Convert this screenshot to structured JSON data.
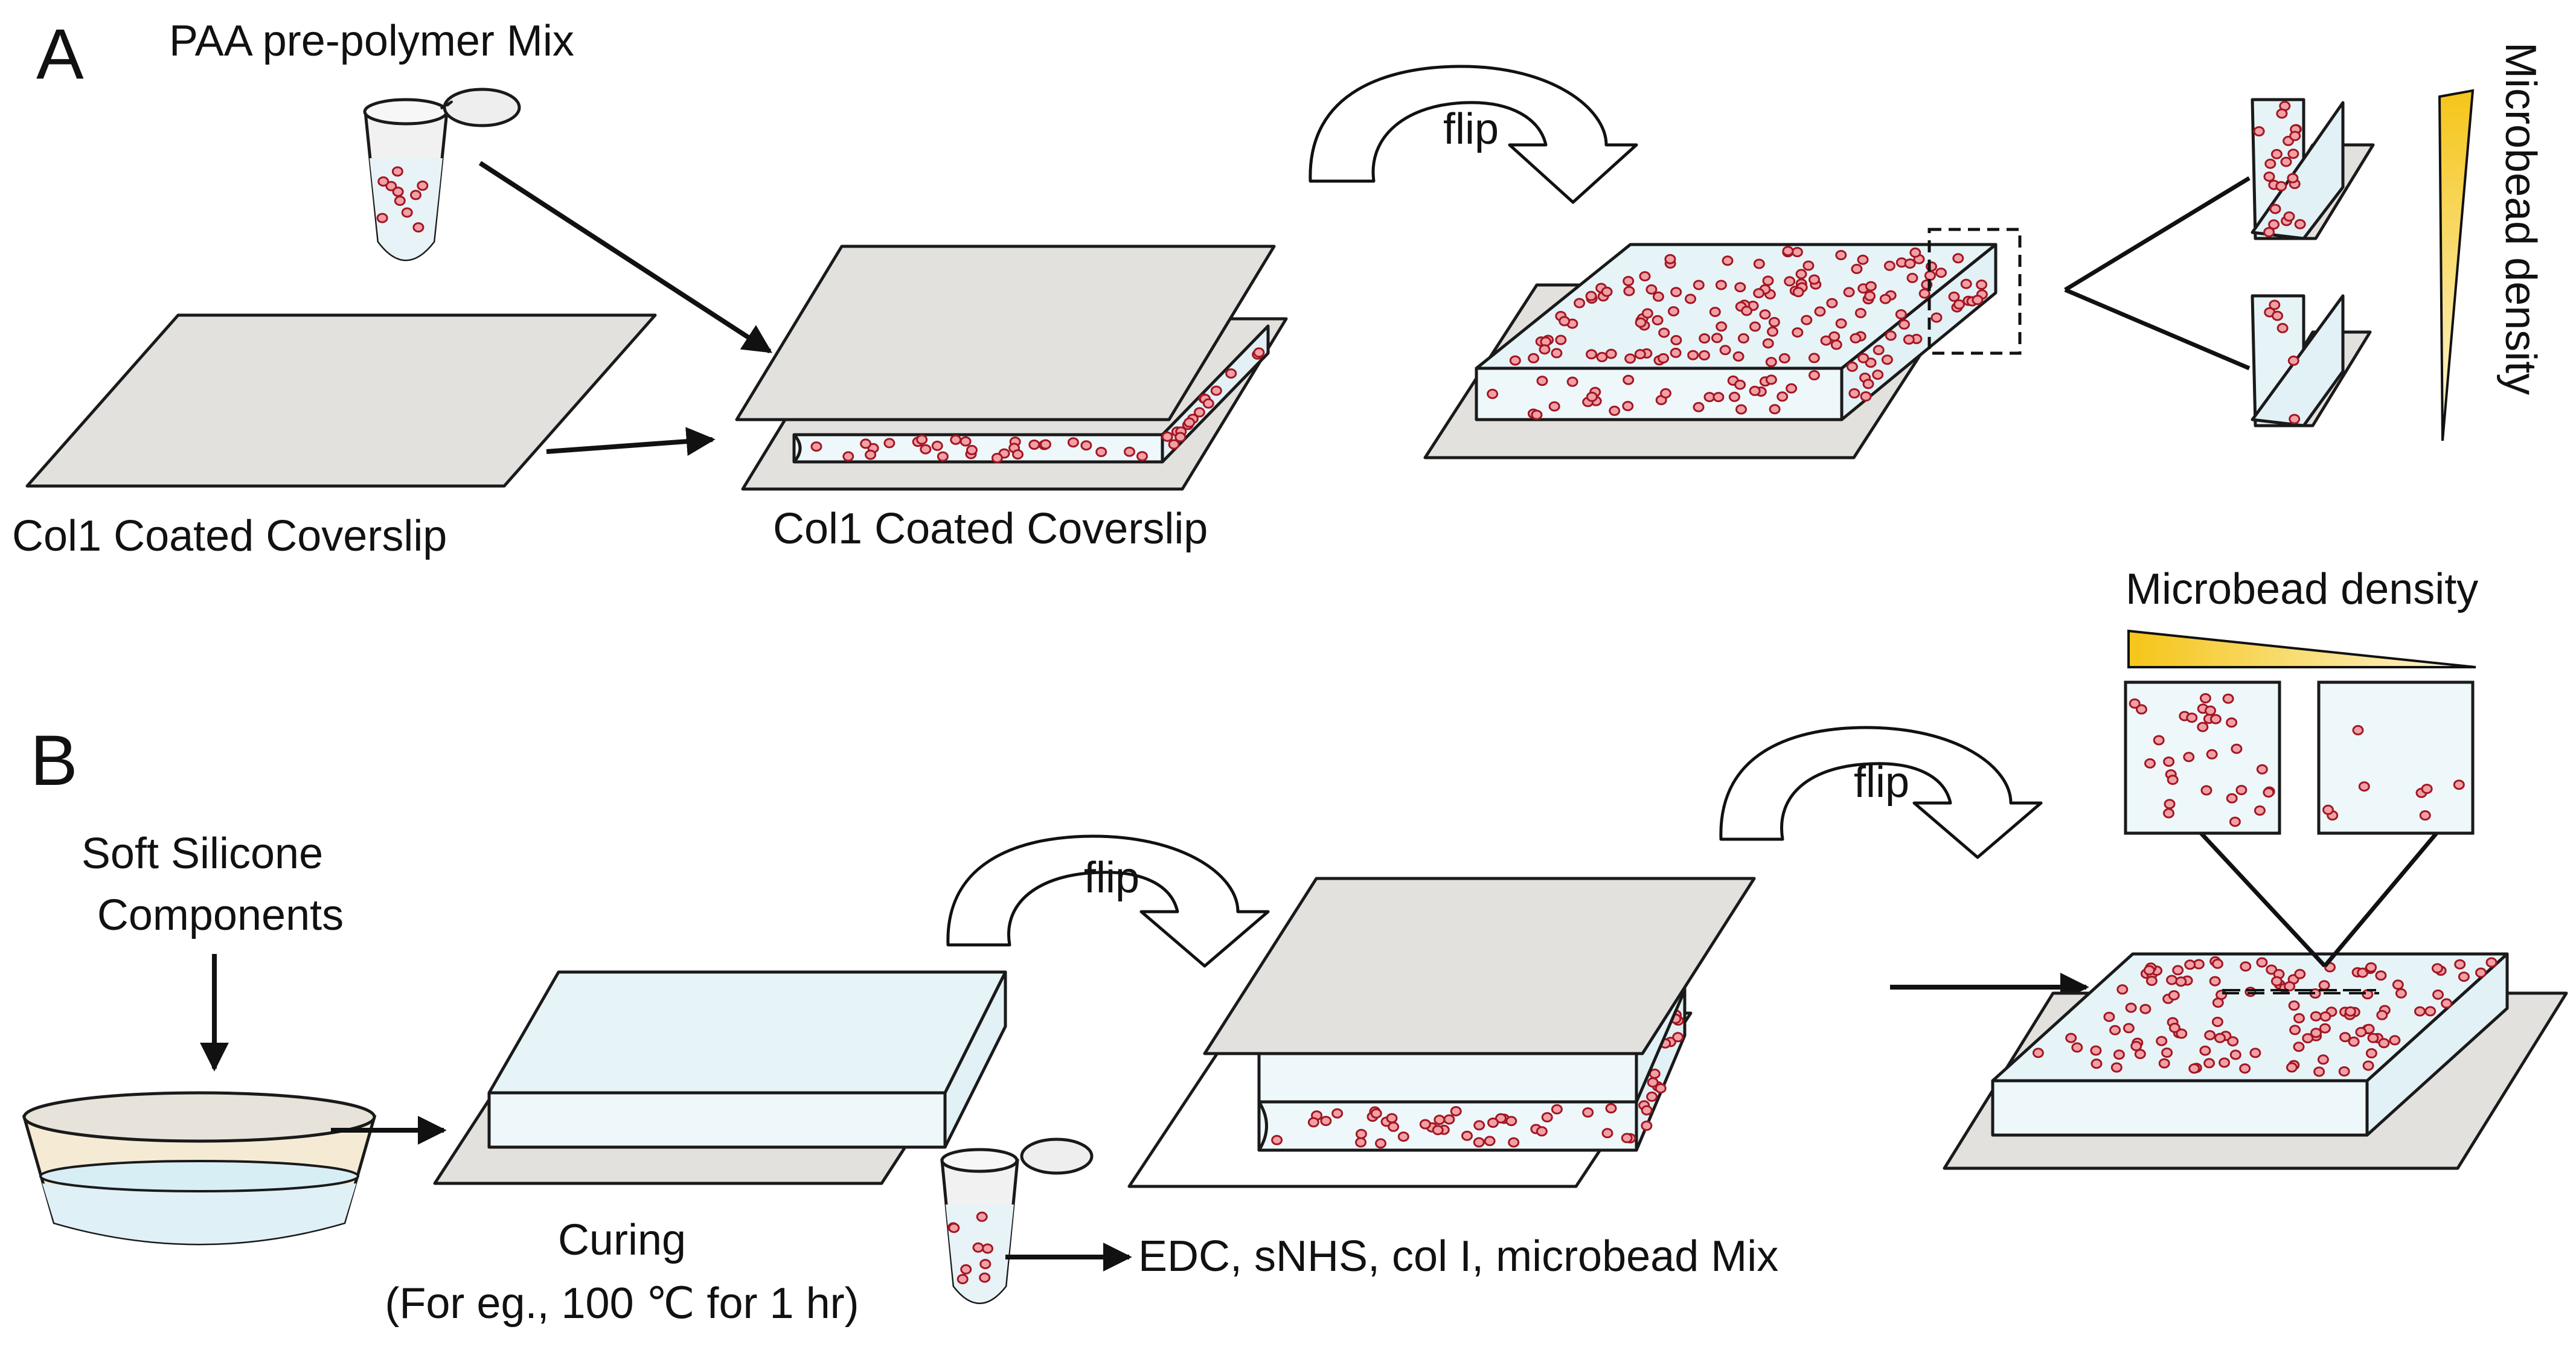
{
  "panel_a": {
    "letter": "A",
    "premix_label": "PAA pre-polymer Mix",
    "coverslip_label_1": "Col1 Coated Coverslip",
    "coverslip_label_2": "Col1 Coated Coverslip",
    "flip_label": "flip",
    "density_label": "Microbead density"
  },
  "panel_b": {
    "letter": "B",
    "silicone_label_line1": "Soft Silicone",
    "silicone_label_line2": "Components",
    "curing_label": "Curing",
    "curing_detail": "(For eg., 100 ℃ for 1 hr)",
    "flip_label_1": "flip",
    "flip_label_2": "flip",
    "mix_label": "EDC, sNHS, col I, microbead Mix",
    "density_label": "Microbead density"
  },
  "colors": {
    "bead_fill": "#f2a0a6",
    "bead_stroke": "#a21622",
    "gel": "#e6f4f7",
    "plate": "#e2e1de",
    "gradient_strong": "#f5c518",
    "gradient_weak": "#fdf6d8"
  }
}
